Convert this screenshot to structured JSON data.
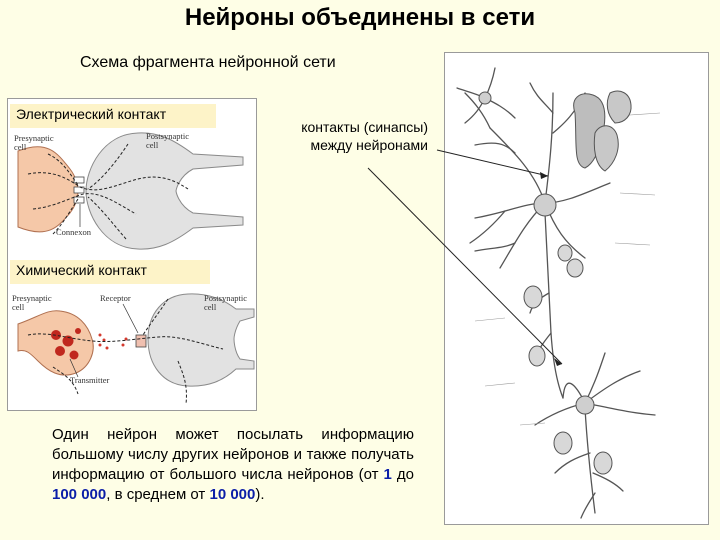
{
  "header": {
    "title": "Нейроны объединены в сети",
    "subtitle": "Схема фрагмента нейронной сети"
  },
  "electrical": {
    "label": "Электрический контакт",
    "presynaptic": [
      "Presynaptic",
      "cell"
    ],
    "postsynaptic": [
      "Postsynaptic",
      "cell"
    ],
    "connexon": "Connexon"
  },
  "chemical": {
    "label": "Химический контакт",
    "presynaptic": [
      "Presynaptic",
      "cell"
    ],
    "receptor": "Receptor",
    "postsynaptic": [
      "Postsynaptic",
      "cell"
    ],
    "transmitter": "Transmitter"
  },
  "callout": {
    "line1": "контакты (синапсы)",
    "line2": "между нейронами"
  },
  "description": {
    "part1": "Один нейрон может посылать информацию большому числу других нейронов и также получать информацию от большого числа нейронов (от ",
    "n1": "1",
    "part2": " до ",
    "n2": "100 000",
    "part3": ", в среднем от ",
    "n3": "10 000",
    "part4": ")."
  },
  "colors": {
    "background": "#fefee6",
    "label_box": "#fdf3c8",
    "presynaptic_fill": "#f5c8a8",
    "postsynaptic_fill": "#e2e2e2",
    "highlight_number": "#0b1ea8",
    "transmitter": "#cc2222"
  }
}
